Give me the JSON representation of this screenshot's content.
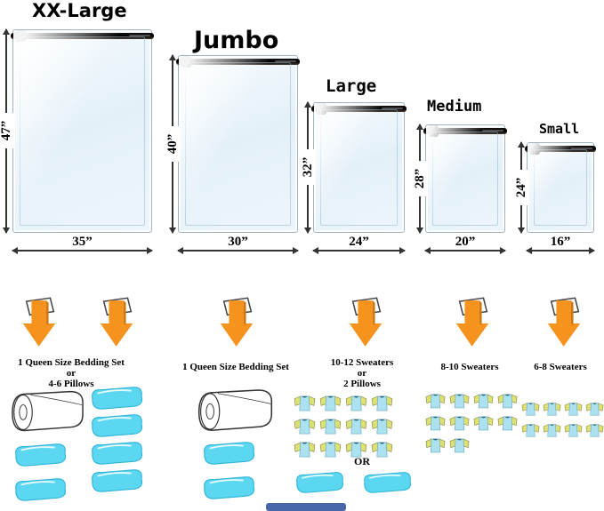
{
  "bags": [
    {
      "name": "XX-Large",
      "height": "47”",
      "width": "35”"
    },
    {
      "name": "Jumbo",
      "height": "40”",
      "width": "30”"
    },
    {
      "name": "Large",
      "height": "32”",
      "width": "24”"
    },
    {
      "name": "Medium",
      "height": "28”",
      "width": "20”"
    },
    {
      "name": "Small",
      "height": "24”",
      "width": "16”"
    }
  ],
  "capacities": {
    "xxlarge": {
      "line1": "1 Queen Size Bedding Set",
      "line2": "or",
      "line3": "4-6 Pillows",
      "left_pillows": 2,
      "right_pillows": 4
    },
    "jumbo": {
      "line1": "1 Queen Size Bedding Set",
      "pillows": 2
    },
    "large": {
      "line1": "10-12 Sweaters",
      "line2": "or",
      "line3": "2 Pillows",
      "sweater_rows": [
        4,
        4,
        4
      ],
      "or_divider": "OR",
      "pillows": 2
    },
    "medium": {
      "line1": "8-10 Sweaters",
      "sweater_rows": [
        4,
        4,
        2
      ]
    },
    "small": {
      "line1": "6-8 Sweaters",
      "sweater_rows": [
        4,
        4
      ]
    }
  },
  "colors": {
    "arrow_orange": "#F6921E",
    "pillow_cyan": "#5BD7F2",
    "sweater_body": "#ACE2F0",
    "sweater_sleeve": "#DDE171",
    "bag_blue": "#E4F0F8",
    "zipper_black": "#161210"
  }
}
